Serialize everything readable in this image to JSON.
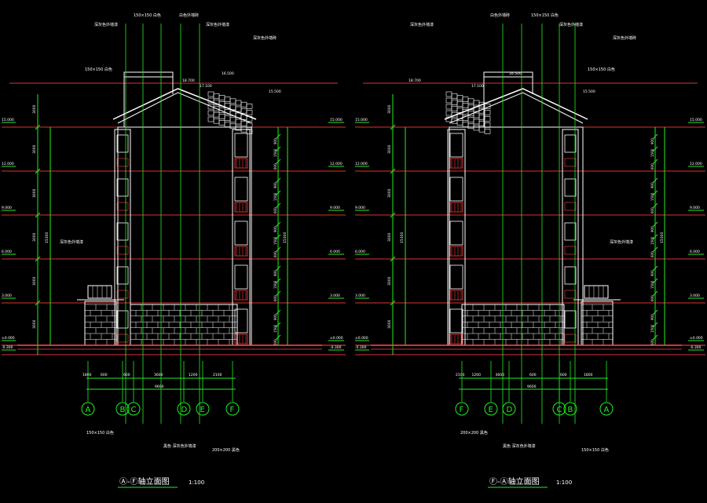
{
  "colors": {
    "background": "#000000",
    "level_line": "#e03030",
    "dimension": "#22ee22",
    "building": "#ffffff",
    "note": "#ffffff",
    "axis": "#22ee22",
    "hatch": "#ff4444"
  },
  "left_view": {
    "title": "Ⓐ-Ⓕ轴立面图",
    "scale": "1:100",
    "axis_labels": [
      "A",
      "B",
      "C",
      "D",
      "E",
      "F"
    ],
    "total_width": "9600",
    "bay_dims": [
      "1800",
      "600",
      "600",
      "3600",
      "1200",
      "2100"
    ],
    "height_total": "15300",
    "story_dims": [
      "3000",
      "3000",
      "3000",
      "3000",
      "3000"
    ],
    "window_dims": [
      "900",
      "1500",
      "600"
    ],
    "top_marks": [
      "18.700",
      "17.100",
      "16.500",
      "15.500"
    ],
    "level_marks": [
      "15.000",
      "12.000",
      "9.000",
      "6.000",
      "3.000",
      "±0.000",
      "-0.300"
    ],
    "notes": {
      "top_material": "白色外墙砖",
      "roof_tile": "深灰色外墙漆",
      "roof_tile_2": "深灰色外墙漆",
      "gutter": "150×150 白色",
      "gutter_2": "150×150 白色",
      "parapet": "深灰色外墙砖",
      "mid_wall": "深灰色外墙漆",
      "bottom_1": "150×150 白色",
      "bottom_2": "黑色 深灰色外墙漆",
      "bottom_3": "200×200 黑色"
    }
  },
  "right_view": {
    "title": "Ⓕ-Ⓐ轴立面图",
    "scale": "1:100",
    "axis_labels": [
      "F",
      "E",
      "D",
      "C",
      "B",
      "A"
    ],
    "total_width": "9600",
    "bay_dims": [
      "2100",
      "1200",
      "3600",
      "600",
      "600",
      "1800"
    ],
    "height_total": "15300",
    "story_dims": [
      "3000",
      "3000",
      "3000",
      "3000",
      "3000"
    ],
    "window_dims": [
      "900",
      "1500",
      "600"
    ],
    "top_marks": [
      "18.700",
      "17.100",
      "16.500",
      "15.500"
    ],
    "level_marks": [
      "15.000",
      "12.000",
      "9.000",
      "6.000",
      "3.000",
      "±0.000",
      "-0.300"
    ],
    "notes": {
      "top_material": "白色外墙砖",
      "roof_tile": "深灰色外墙漆",
      "roof_tile_2": "深灰色外墙漆",
      "gutter": "150×150 白色",
      "gutter_2": "150×150 白色",
      "parapet": "深灰色外墙砖",
      "mid_wall": "深灰色外墙漆",
      "bottom_1": "200×200 黑色",
      "bottom_2": "黑色 深灰色外墙漆",
      "bottom_3": "150×150 白色"
    }
  }
}
